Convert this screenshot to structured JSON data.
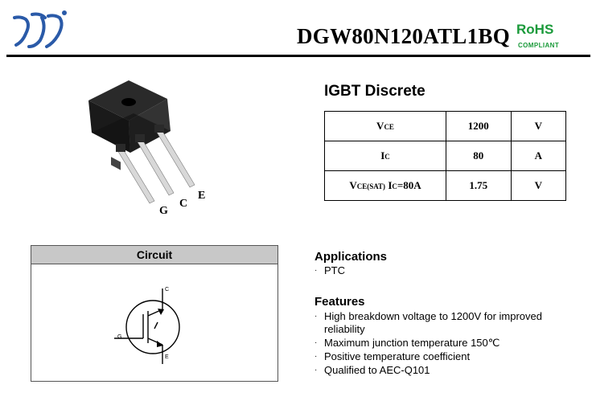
{
  "header": {
    "part_number": "DGW80N120ATL1BQ",
    "rohs": "RoHS",
    "rohs_sub": "COMPLIANT"
  },
  "product": {
    "title": "IGBT Discrete",
    "pin_labels": [
      "G",
      "C",
      "E"
    ]
  },
  "specs": [
    {
      "param": "V",
      "param_sub": "CE",
      "param_rest": "",
      "value": "1200",
      "unit": "V"
    },
    {
      "param": "I",
      "param_sub": "C",
      "param_rest": "",
      "value": "80",
      "unit": "A"
    },
    {
      "param": "V",
      "param_sub": "CE(SAT)",
      "param_rest": " I",
      "param_sub2": "C",
      "param_tail": "=80A",
      "value": "1.75",
      "unit": "V"
    }
  ],
  "circuit": {
    "title": "Circuit",
    "labels": {
      "c": "C",
      "g": "G",
      "e": "E"
    }
  },
  "applications": {
    "title": "Applications",
    "items": [
      "PTC"
    ]
  },
  "features": {
    "title": "Features",
    "items": [
      "High breakdown voltage to 1200V for improved reliability",
      "Maximum junction temperature 150℃",
      "Positive temperature coefficient",
      "Qualified to AEC-Q101"
    ]
  },
  "colors": {
    "rohs": "#1a9a3a",
    "logo": "#2a5aa8",
    "circuit_header": "#c8c8c8"
  }
}
